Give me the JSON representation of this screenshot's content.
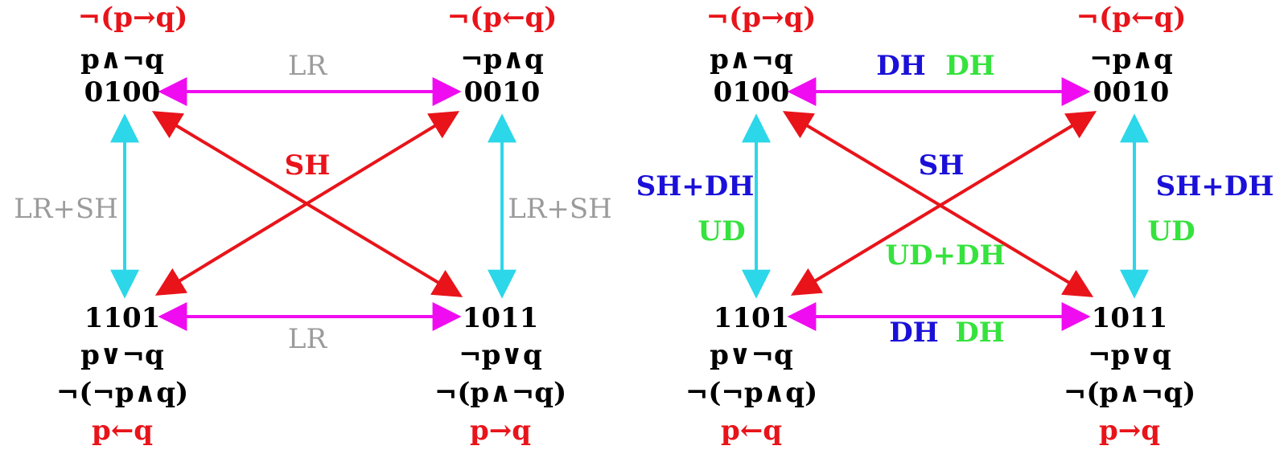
{
  "colors": {
    "red": "#e8141a",
    "black": "#000000",
    "gray": "#9b9b9b",
    "blue": "#1a10d8",
    "green": "#36e23e",
    "magenta": "#f00cf0",
    "cyan": "#2cd7e9"
  },
  "left": {
    "tl": {
      "name": "¬(p→q)",
      "expr": "p∧¬q",
      "code": "0100"
    },
    "tr": {
      "name": "¬(p←q)",
      "expr": "¬p∧q",
      "code": "0010"
    },
    "bl": {
      "code": "1101",
      "expr1": "p∨¬q",
      "expr2": "¬(¬p∧q)",
      "name": "p←q"
    },
    "br": {
      "code": "1011",
      "expr1": "¬p∨q",
      "expr2": "¬(p∧¬q)",
      "name": "p→q"
    },
    "labels": {
      "top": "LR",
      "bottom": "LR",
      "left": "LR+SH",
      "right": "LR+SH",
      "center": "SH"
    }
  },
  "right": {
    "tl": {
      "name": "¬(p→q)",
      "expr": "p∧¬q",
      "code": "0100"
    },
    "tr": {
      "name": "¬(p←q)",
      "expr": "¬p∧q",
      "code": "0010"
    },
    "bl": {
      "code": "1101",
      "expr1": "p∨¬q",
      "expr2": "¬(¬p∧q)",
      "name": "p←q"
    },
    "br": {
      "code": "1011",
      "expr1": "¬p∨q",
      "expr2": "¬(p∧¬q)",
      "name": "p→q"
    },
    "labels": {
      "top_blue": "DH",
      "top_green": "DH",
      "bottom_blue": "DH",
      "bottom_green": "DH",
      "left_blue": "SH+DH",
      "left_green": "UD",
      "right_blue": "SH+DH",
      "right_green": "UD",
      "center_blue": "SH",
      "center_green": "UD+DH"
    }
  }
}
